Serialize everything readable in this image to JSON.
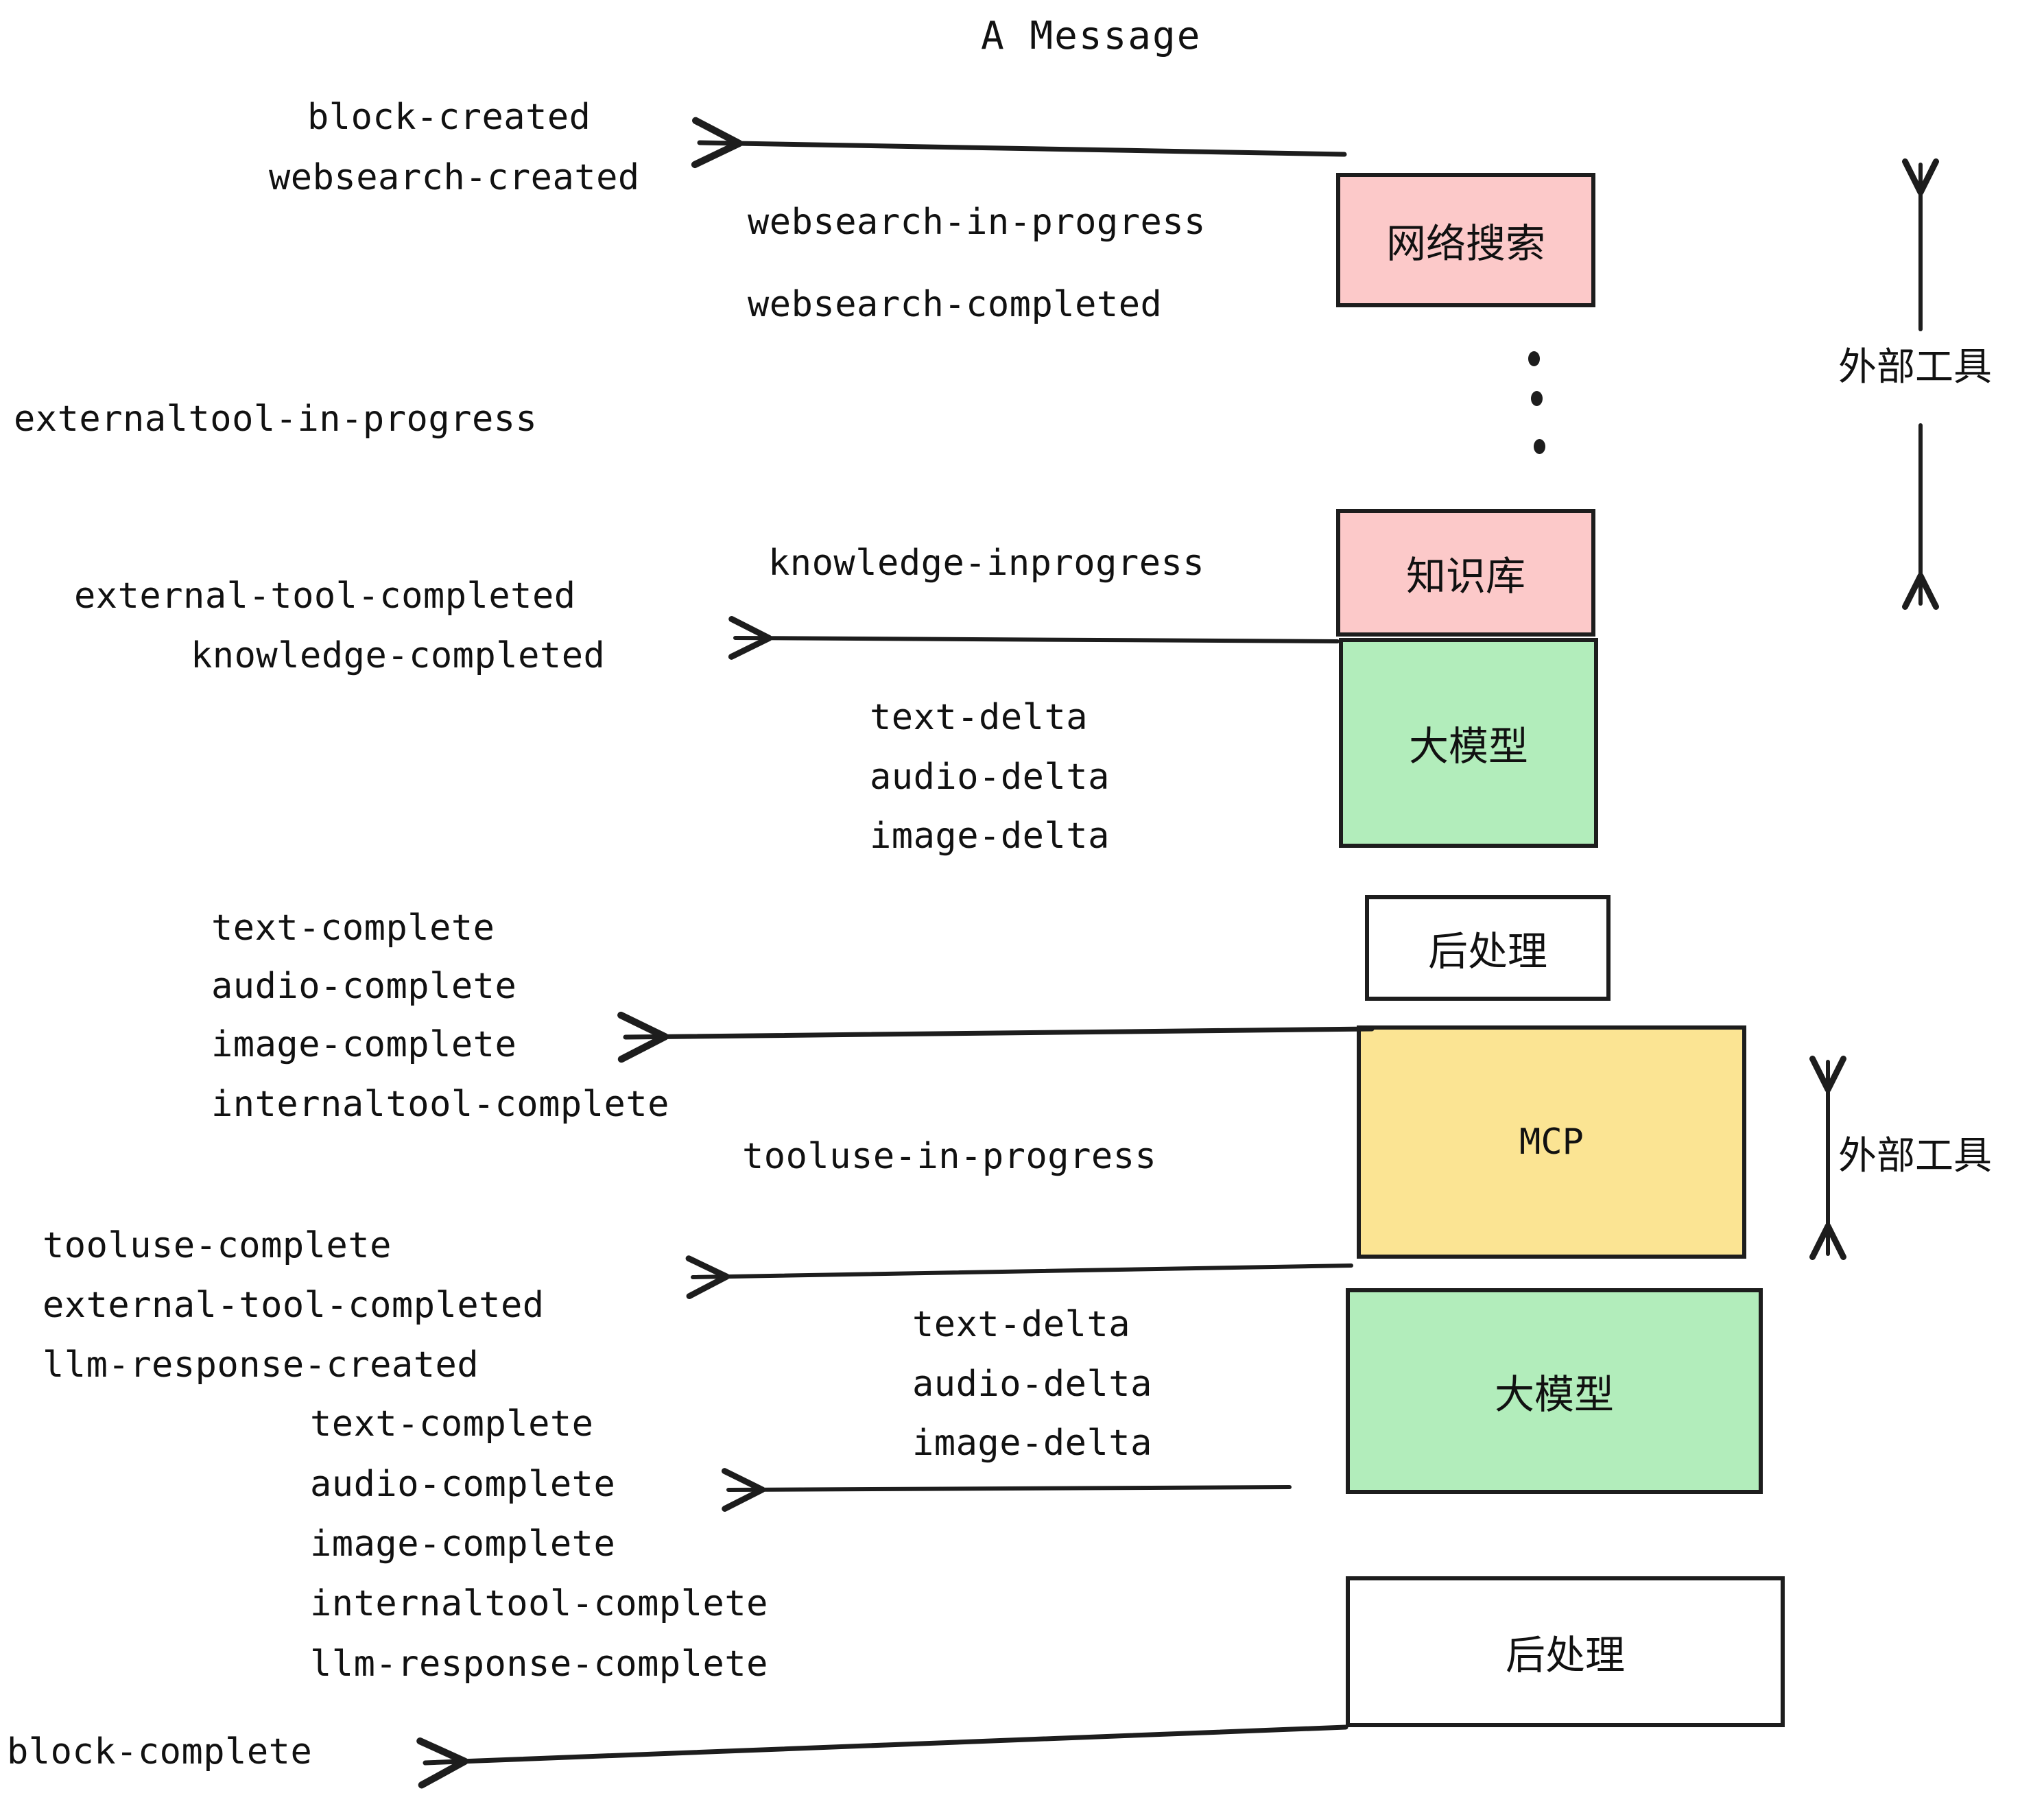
{
  "title": "A Message",
  "events": {
    "block_created": "block-created",
    "websearch_created": "websearch-created",
    "websearch_in_progress": "websearch-in-progress",
    "websearch_completed": "websearch-completed",
    "externaltool_in_progress": "externaltool-in-progress",
    "knowledge_inprogress": "knowledge-inprogress",
    "external_tool_completed_1": "external-tool-completed",
    "knowledge_completed": "knowledge-completed",
    "text_delta_1": "text-delta",
    "audio_delta_1": "audio-delta",
    "image_delta_1": "image-delta",
    "text_complete_1": "text-complete",
    "audio_complete_1": "audio-complete",
    "image_complete_1": "image-complete",
    "internaltool_complete_1": "internaltool-complete",
    "tooluse_in_progress": "tooluse-in-progress",
    "tooluse_complete": "tooluse-complete",
    "external_tool_completed_2": "external-tool-completed",
    "llm_response_created": "llm-response-created",
    "text_delta_2": "text-delta",
    "audio_delta_2": "audio-delta",
    "image_delta_2": "image-delta",
    "text_complete_2": "text-complete",
    "audio_complete_2": "audio-complete",
    "image_complete_2": "image-complete",
    "internaltool_complete_2": "internaltool-complete",
    "llm_response_complete": "llm-response-complete",
    "block_complete": "block-complete"
  },
  "boxes": {
    "websearch": "网络搜索",
    "knowledge": "知识库",
    "llm_1": "大模型",
    "postprocess_1": "后处理",
    "mcp": "MCP",
    "llm_2": "大模型",
    "postprocess_2": "后处理"
  },
  "side_labels": {
    "external_tools_top": "外部工具",
    "external_tools_bottom": "外部工具"
  },
  "colors": {
    "pink": "#FCC9C9",
    "green": "#B2EDBB",
    "yellow": "#FBE493",
    "white": "#FFFFFF",
    "stroke": "#1d1d1d",
    "text": "#111111"
  }
}
